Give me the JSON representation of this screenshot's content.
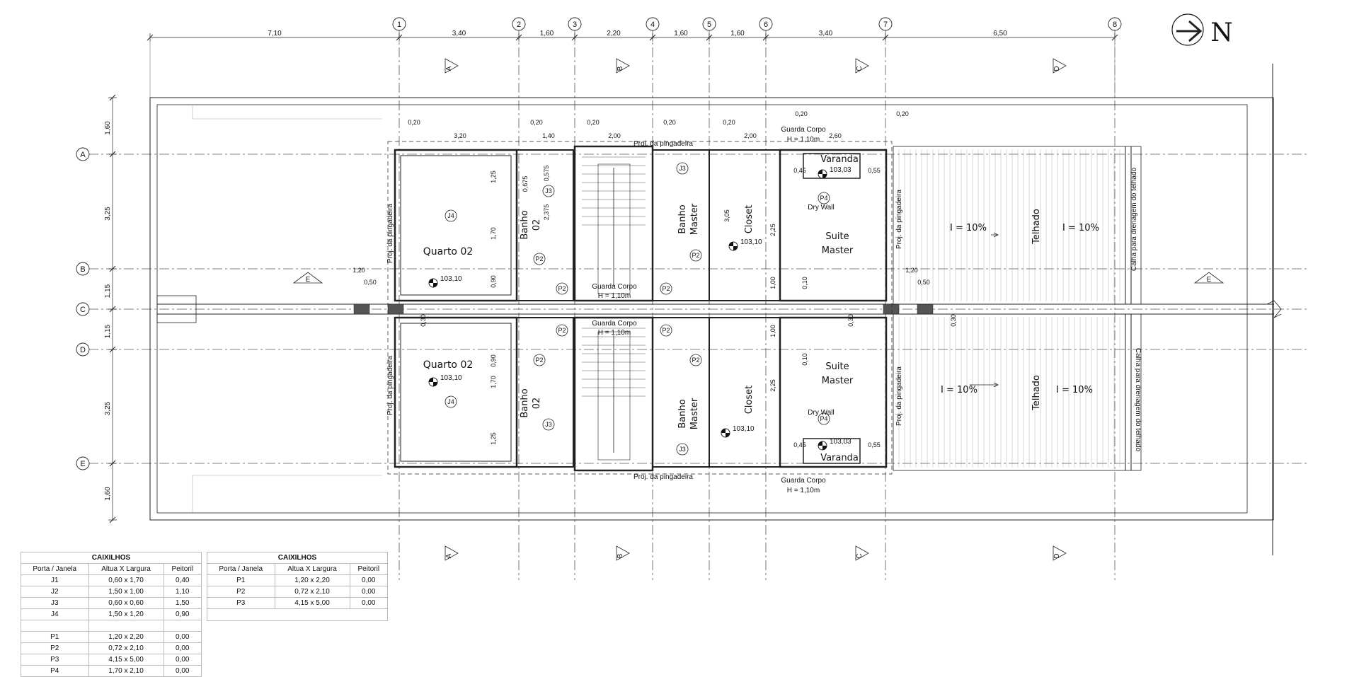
{
  "north": {
    "label": "N"
  },
  "grid_columns": [
    {
      "label": "1"
    },
    {
      "label": "2"
    },
    {
      "label": "3"
    },
    {
      "label": "4"
    },
    {
      "label": "5"
    },
    {
      "label": "6"
    },
    {
      "label": "7"
    },
    {
      "label": "8"
    }
  ],
  "grid_rows": [
    {
      "label": "A"
    },
    {
      "label": "B"
    },
    {
      "label": "C"
    },
    {
      "label": "D"
    },
    {
      "label": "E"
    }
  ],
  "top_dimensions": [
    "7,10",
    "3,40",
    "1,60",
    "2,20",
    "1,60",
    "1,60",
    "3,40",
    "6,50"
  ],
  "left_dimensions": [
    "1,60",
    "3,25",
    "1,15",
    "1,15",
    "3,25",
    "1,60"
  ],
  "section_markers": [
    "A",
    "B",
    "C",
    "D",
    "E"
  ],
  "rooms": {
    "quarto": "Quarto 02",
    "banho02": [
      "Banho",
      "02"
    ],
    "banho_master": [
      "Banho",
      "Master"
    ],
    "closet": "Closet",
    "suite": [
      "Suite",
      "Master"
    ],
    "varanda": "Varanda",
    "telhado": "Telhado",
    "slope": "I = 10%"
  },
  "levels": {
    "quarto": "103,10",
    "closet": "103,10",
    "varanda": "103,03"
  },
  "notes": {
    "pingadeira": "Proj. da pingadeira",
    "guarda": "Guarda Corpo",
    "guarda_h": "H = 1,10m",
    "dry_wall": "Dry Wall",
    "calha": "Calha para drenagem do telhado"
  },
  "door_tags": [
    "J1",
    "J2",
    "J3",
    "J4",
    "P1",
    "P2",
    "P3",
    "P4"
  ],
  "small_dims": [
    "0,20",
    "3,20",
    "1,40",
    "2,00",
    "2,60",
    "1,25",
    "1,70",
    "0,90",
    "0,45",
    "0,55",
    "2,25",
    "3,05",
    "1,00",
    "0,10",
    "0,30",
    "1,20",
    "0,50",
    "0,675",
    "0,575",
    "2,375"
  ],
  "table_left": {
    "title": "CAIXILHOS",
    "headers": [
      "Porta / Janela",
      "Altua X Largura",
      "Peitoril"
    ],
    "rows": [
      [
        "J1",
        "0,60 x 1,70",
        "0,40"
      ],
      [
        "J2",
        "1,50 x 1,00",
        "1,10"
      ],
      [
        "J3",
        "0,60 x 0,60",
        "1,50"
      ],
      [
        "J4",
        "1,50 x 1,20",
        "0,90"
      ],
      [
        "",
        "",
        ""
      ],
      [
        "P1",
        "1,20 x 2,20",
        "0,00"
      ],
      [
        "P2",
        "0,72 x 2,10",
        "0,00"
      ],
      [
        "P3",
        "4,15 x 5,00",
        "0,00"
      ],
      [
        "P4",
        "1,70 x 2,10",
        "0,00"
      ]
    ]
  },
  "table_right": {
    "title": "CAIXILHOS",
    "headers": [
      "Porta / Janela",
      "Altua X Largura",
      "Peitoril"
    ],
    "rows": [
      [
        "P1",
        "1,20 x 2,20",
        "0,00"
      ],
      [
        "P2",
        "0,72 x 2,10",
        "0,00"
      ],
      [
        "P3",
        "4,15 x 5,00",
        "0,00"
      ]
    ]
  }
}
